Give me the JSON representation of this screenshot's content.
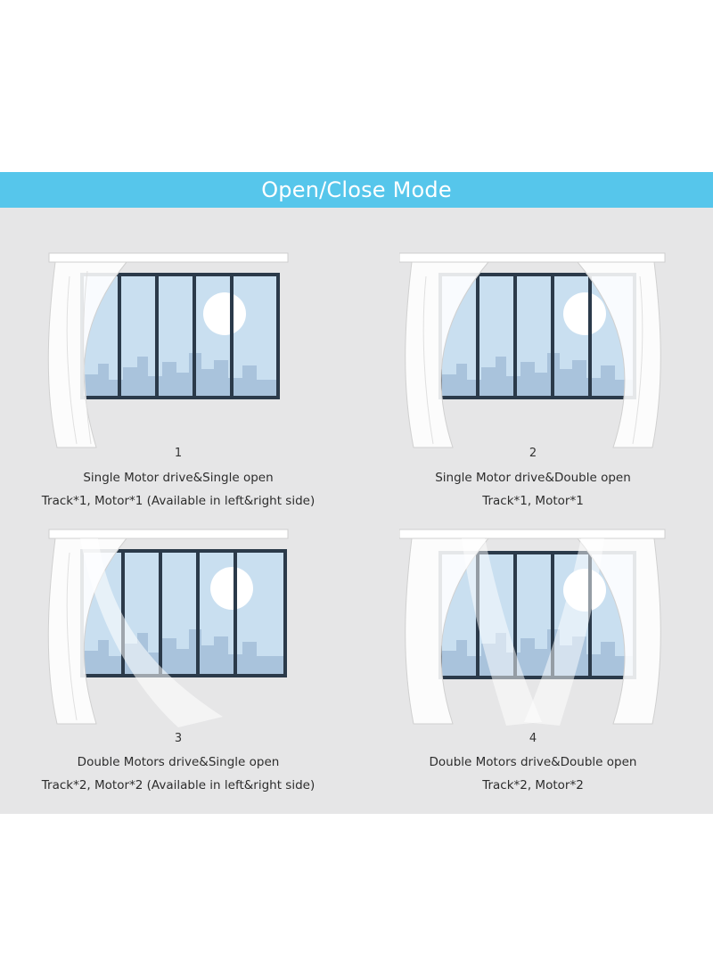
{
  "header": {
    "title": "Open/Close Mode"
  },
  "modes": [
    {
      "number": "1",
      "title": "Single Motor drive&Single open",
      "spec": "Track*1, Motor*1 (Available in left&right side)"
    },
    {
      "number": "2",
      "title": "Single Motor drive&Double open",
      "spec": "Track*1, Motor*1"
    },
    {
      "number": "3",
      "title": "Double Motors drive&Single open",
      "spec": "Track*2, Motor*2 (Available in left&right side)"
    },
    {
      "number": "4",
      "title": "Double Motors drive&Double open",
      "spec": "Track*2, Motor*2"
    }
  ],
  "colors": {
    "header_bg": "#56c6eb",
    "panel_bg": "#e6e6e7",
    "window_glass": "#c9dff0",
    "window_frame": "#2b3a4a",
    "city": "#a9c3dc"
  }
}
